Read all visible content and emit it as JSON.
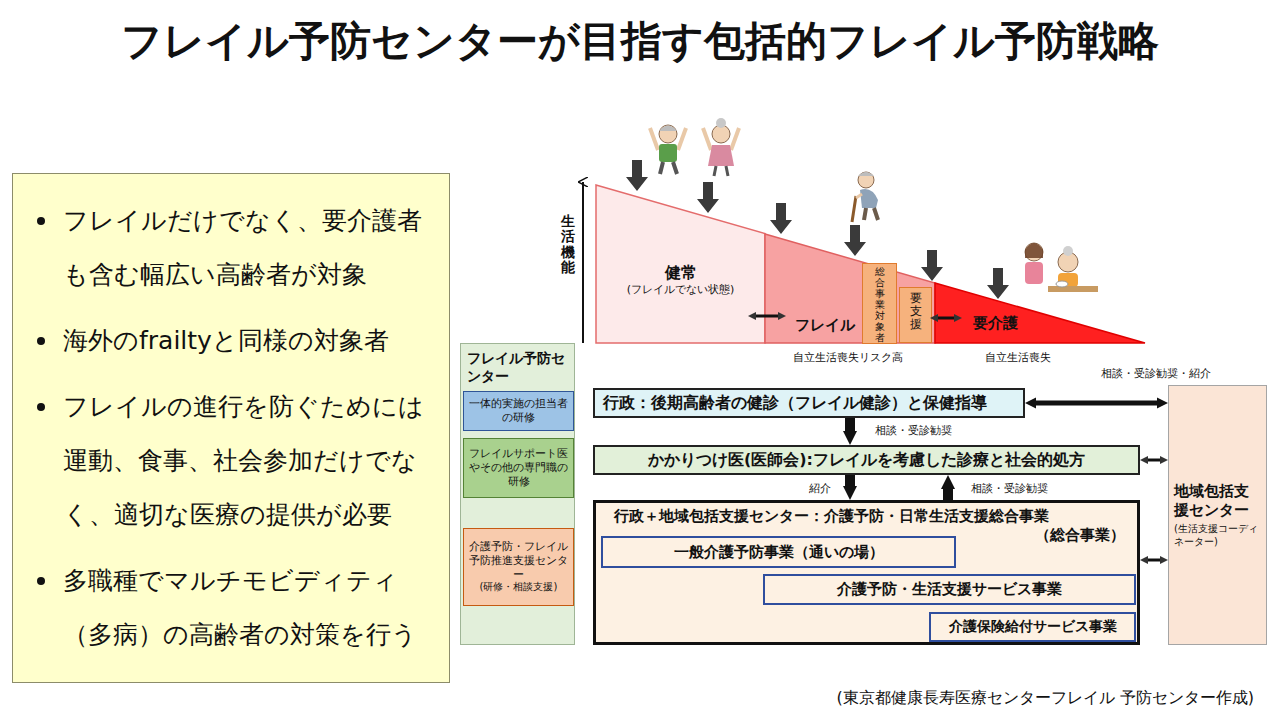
{
  "diagram": {
    "title": "フレイル予防センターが目指す包括的フレイル予防戦略",
    "caption": "(東京都健康長寿医療センターフレイル 予防センター作成)",
    "nodes": [
      {
        "text": [
          "フレイルだけでなく、要介護者も含む幅広い高齢者が対象",
          "海外のfrailtyと同様の対象者",
          "フレイルの進行を防ぐためには運動、食事、社会参加だけでなく、適切な医療の提供が必要",
          "多職種でマルチモビディティ（多病）の高齢者の対策を行う"
        ]
      },
      {
        "text": [
          "健常",
          "(フレイルでない状態)"
        ]
      },
      {
        "text": [
          "フレイル"
        ]
      },
      {
        "text": [
          "総合事業対象者"
        ],
        "in": 2
      },
      {
        "text": [
          "要支援"
        ],
        "in": 2
      },
      {
        "text": [
          "要介護"
        ]
      },
      {
        "text": [
          "フレイル予防センター"
        ]
      },
      {
        "text": [
          "一体的実施の担当者の研修"
        ],
        "in": 6
      },
      {
        "text": [
          "フレイルサポート医やその他の専門職の研修"
        ],
        "in": 6
      },
      {
        "text": [
          "介護予防・フレイル予防推進支援センター",
          "(研修・相談支援)"
        ],
        "in": 6
      },
      {
        "text": [
          "行政：後期高齢者の健診（フレイル健診）と保健指導"
        ]
      },
      {
        "text": [
          "かかりつけ医(医師会):フレイルを考慮した診療と社会的処方"
        ]
      },
      {
        "text": [
          "行政＋地域包括支援センター：介護予防・日常生活支援総合事業",
          "（総合事業）"
        ]
      },
      {
        "text": [
          "一般介護予防事業（通いの場）"
        ],
        "in": 12
      },
      {
        "text": [
          "介護予防・生活支援サービス事業"
        ],
        "in": 12
      },
      {
        "text": [
          "介護保険給付サービス事業"
        ],
        "in": 12
      },
      {
        "text": [
          "地域包括支援センター",
          "(生活支援コーディネーター)"
        ]
      }
    ],
    "edges": [
      {
        "from": 1,
        "to": 2,
        "arrow": "both"
      },
      {
        "from": 4,
        "to": 5,
        "arrow": "both"
      },
      {
        "from": 10,
        "to": 16,
        "arrow": "both",
        "label": "相談・受診勧奨・紹介"
      },
      {
        "from": 10,
        "to": 11,
        "arrow": "to",
        "label": "相談・受診勧奨"
      },
      {
        "from": 11,
        "to": 12,
        "arrow": "to",
        "label": "紹介"
      },
      {
        "from": 12,
        "to": 11,
        "arrow": "to",
        "label": "相談・受診勧奨"
      },
      {
        "from": 11,
        "to": 16,
        "arrow": "both"
      },
      {
        "from": 12,
        "to": 16,
        "arrow": "both"
      }
    ],
    "labels": [
      "生活機能",
      "自立生活喪失リスク高",
      "自立生活喪失"
    ]
  }
}
